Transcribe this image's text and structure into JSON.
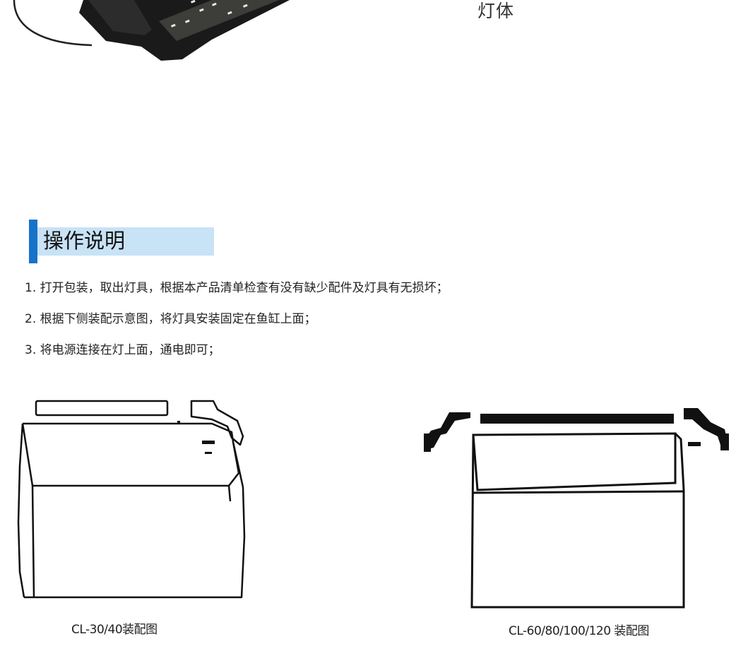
{
  "top": {
    "part_label": "灯体"
  },
  "section": {
    "title": "操作说明",
    "accent_color": "#1673c8",
    "band_color": "#c8e2f6"
  },
  "steps": [
    "1. 打开包装，取出灯具，根据本产品清单检查有没有缺少配件及灯具有无损坏；",
    "2. 根据下侧装配示意图，将灯具安装固定在鱼缸上面；",
    "3. 将电源连接在灯上面，通电即可；"
  ],
  "diagrams": [
    {
      "caption": "CL-30/40装配图"
    },
    {
      "caption": "CL-60/80/100/120 装配图"
    }
  ]
}
